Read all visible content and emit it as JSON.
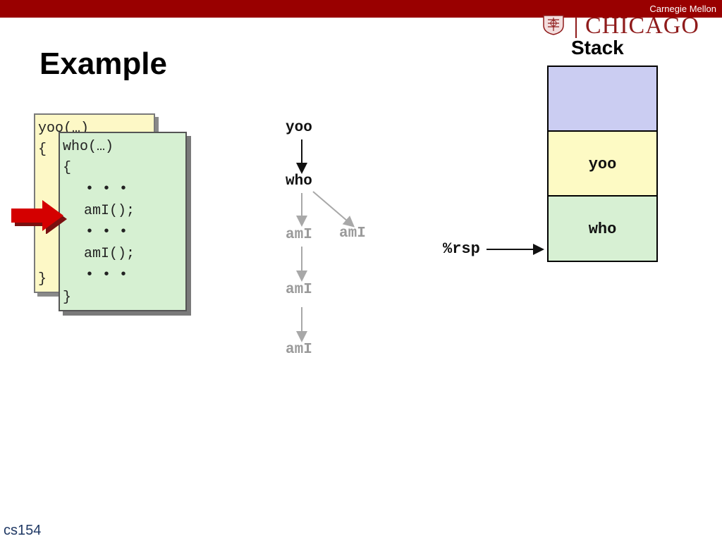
{
  "header": {
    "organization": "Carnegie Mellon",
    "logo_text": "CHICAGO"
  },
  "slide": {
    "title": "Example",
    "footer": "cs154"
  },
  "code_cards": {
    "yoo": {
      "lines": [
        "yoo(…)",
        "{",
        "}"
      ]
    },
    "who": {
      "lines": [
        "who(…)",
        "{",
        "• • •",
        "amI();",
        "• • •",
        "amI();",
        "• • •",
        "}"
      ]
    }
  },
  "call_tree": {
    "nodes": [
      "yoo",
      "who",
      "amI",
      "amI",
      "amI",
      "amI"
    ]
  },
  "stack": {
    "label": "Stack",
    "frames": [
      "",
      "yoo",
      "who"
    ],
    "pointer": "%rsp"
  },
  "colors": {
    "header_bar": "#990000",
    "yoo_frame": "#fdfac4",
    "who_frame": "#d7f0d3",
    "top_frame": "#cbcdf2",
    "arrow": "#c00000"
  }
}
